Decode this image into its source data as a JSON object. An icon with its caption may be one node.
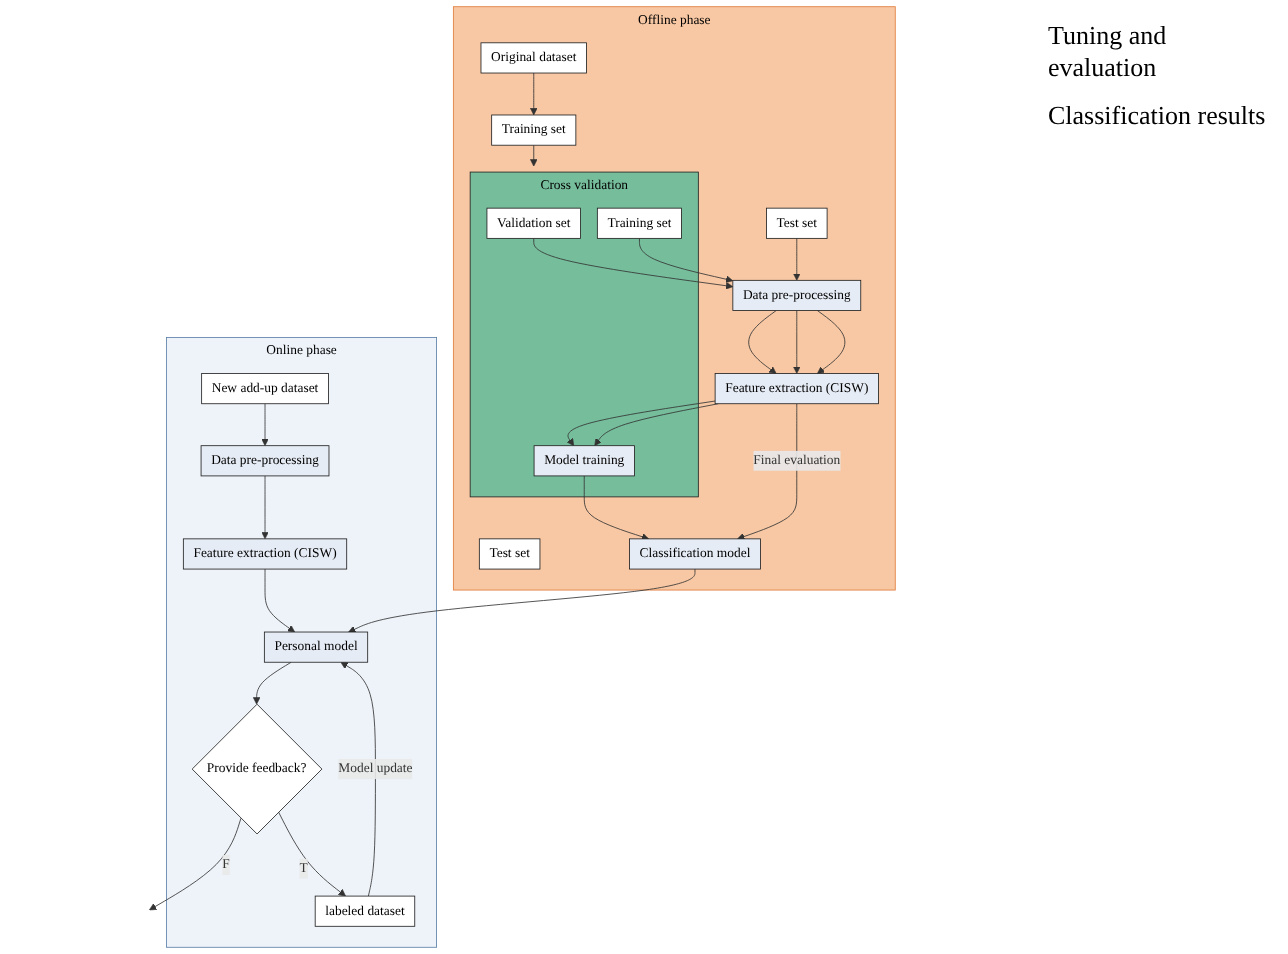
{
  "diagram": {
    "nodes": [
      {
        "text": [
          "Offline phase"
        ]
      },
      {
        "text": [
          "Original dataset"
        ],
        "in": 0
      },
      {
        "text": [
          "Test set"
        ],
        "in": 0
      },
      {
        "text": [
          "Training set"
        ],
        "in": 0
      },
      {
        "text": [
          "Cross validation"
        ],
        "in": 0
      },
      {
        "text": [
          "Test set"
        ],
        "in": 0
      },
      {
        "text": [
          "Validation set"
        ],
        "in": 4
      },
      {
        "text": [
          "Training set"
        ],
        "in": 4
      },
      {
        "text": [
          "Data pre-processing"
        ],
        "in": 0
      },
      {
        "text": [
          "Feature extraction (CISW)"
        ],
        "in": 0
      },
      {
        "text": [
          "Model training"
        ],
        "in": 4
      },
      {
        "text": [
          "Classification model"
        ],
        "in": 0
      },
      {
        "text": [
          "Online phase"
        ]
      },
      {
        "text": [
          "New add-up dataset"
        ],
        "in": 12
      },
      {
        "text": [
          "Data pre-processing"
        ],
        "in": 12
      },
      {
        "text": [
          "Feature extraction (CISW)"
        ],
        "in": 12
      },
      {
        "text": [
          "Personal model"
        ],
        "in": 12
      },
      {
        "text": [
          "Provide feedback?"
        ],
        "in": 12
      },
      {
        "text": [
          "labeled dataset"
        ],
        "in": 12
      }
    ],
    "edges": [
      {
        "from": 1,
        "to": 3,
        "arrow": "to"
      },
      {
        "from": 3,
        "to": 4,
        "arrow": "to"
      },
      {
        "from": 5,
        "to": 8,
        "arrow": "to"
      },
      {
        "from": 6,
        "to": 8,
        "arrow": "to"
      },
      {
        "from": 7,
        "to": 8,
        "arrow": "to"
      },
      {
        "from": 8,
        "to": 9,
        "arrow": "to"
      },
      {
        "from": 8,
        "to": 9,
        "arrow": "to"
      },
      {
        "from": 8,
        "to": 9,
        "arrow": "to"
      },
      {
        "from": 9,
        "to": 10,
        "arrow": "to"
      },
      {
        "from": 9,
        "to": 10,
        "arrow": "to"
      },
      {
        "from": 10,
        "to": 11,
        "arrow": "to"
      },
      {
        "from": 9,
        "to": 11,
        "arrow": "to",
        "label": "Final evaluation"
      },
      {
        "from": 11,
        "to": 16,
        "arrow": "to"
      },
      {
        "from": 13,
        "to": 14,
        "arrow": "to"
      },
      {
        "from": 14,
        "to": 15,
        "arrow": "to"
      },
      {
        "from": 15,
        "to": 16,
        "arrow": "to"
      },
      {
        "from": 16,
        "to": 17,
        "arrow": "to"
      },
      {
        "from": 17,
        "to": null,
        "arrow": "to",
        "label": "F"
      },
      {
        "from": 17,
        "to": 18,
        "arrow": "to",
        "label": "T"
      },
      {
        "from": 18,
        "to": 16,
        "arrow": "to",
        "label": "Model update"
      }
    ],
    "labels": [
      "Tuning and evaluation",
      "Classification results"
    ]
  }
}
